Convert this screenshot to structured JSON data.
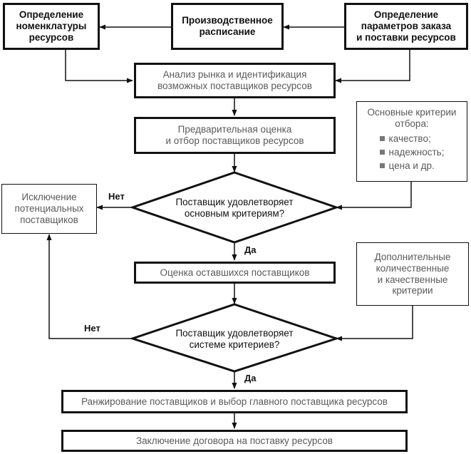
{
  "nodes": {
    "nomenclature": [
      "Определение",
      "номенклатуры",
      "ресурсов"
    ],
    "schedule": [
      "Производственное",
      "расписание"
    ],
    "order_params": [
      "Определение",
      "параметров заказа",
      "и поставки ресурсов"
    ],
    "market_analysis": [
      "Анализ рынка и идентификация",
      "возможных поставщиков ресурсов"
    ],
    "preliminary": [
      "Предварительная оценка",
      "и отбор поставщиков ресурсов"
    ],
    "exclusion": [
      "Исключение",
      "потенциальных",
      "поставщиков"
    ],
    "decision_main": [
      "Поставщик удовлетворяет",
      "основным критериям?"
    ],
    "evaluate_remaining": [
      "Оценка оставшихся поставщиков"
    ],
    "additional_criteria": [
      "Дополнительные",
      "количественные",
      "и качественные",
      "критерии"
    ],
    "decision_system": [
      "Поставщик удовлетворяет",
      "системе критериев?"
    ],
    "ranking": [
      "Ранжирование поставщиков и выбор главного поставщика ресурсов"
    ],
    "contract": [
      "Заключение договора на поставку ресурсов"
    ]
  },
  "criteria": {
    "title": [
      "Основные критерии",
      "отбора:"
    ],
    "items": [
      "качество;",
      "надежность;",
      "цена и др."
    ],
    "bullet_color": "#777777"
  },
  "labels": {
    "no": "Нет",
    "yes": "Да"
  },
  "colors": {
    "line": "#111111",
    "muted_text": "#5a5a5a"
  }
}
